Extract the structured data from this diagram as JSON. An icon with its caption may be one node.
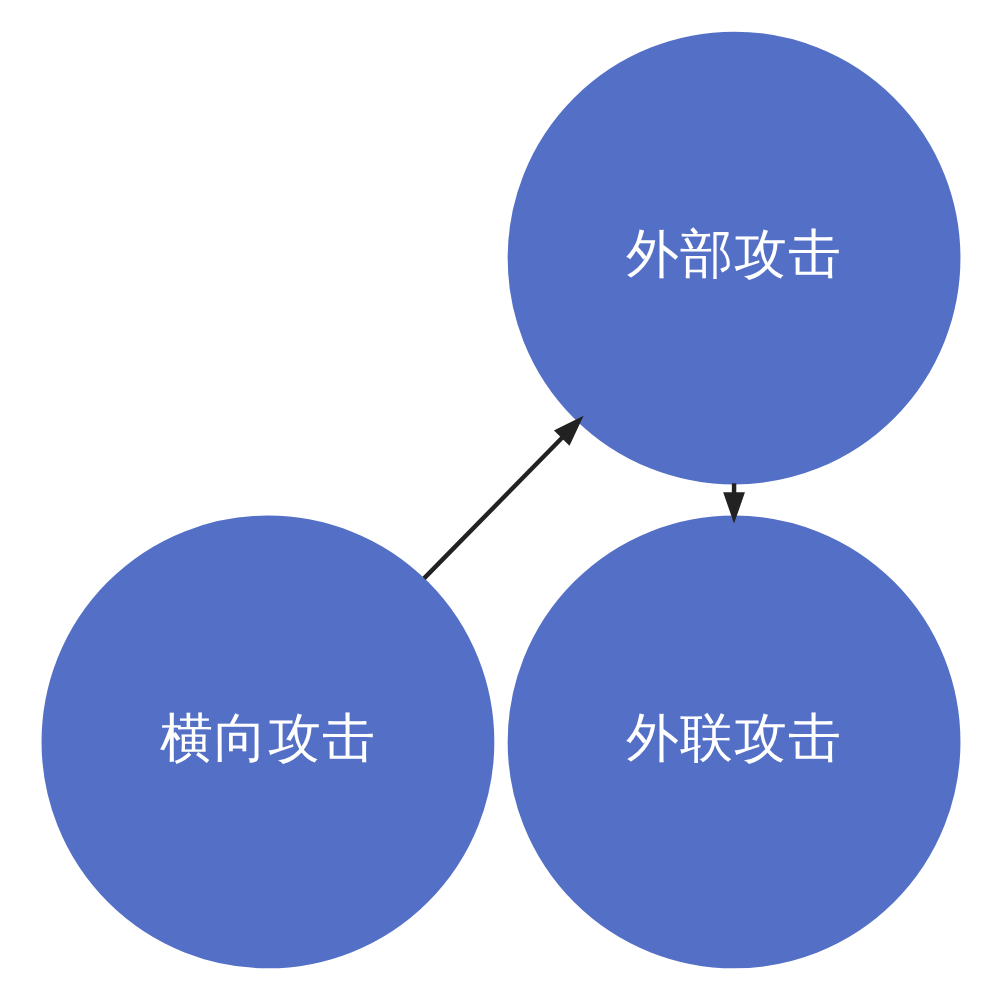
{
  "diagram": {
    "nodes": [
      {
        "text": [
          "外部攻击"
        ]
      },
      {
        "text": [
          "横向攻击"
        ]
      },
      {
        "text": [
          "外联攻击"
        ]
      }
    ],
    "edges": [
      {
        "from": 1,
        "to": 0,
        "arrow": "to"
      },
      {
        "from": 0,
        "to": 2,
        "arrow": "to"
      }
    ]
  }
}
